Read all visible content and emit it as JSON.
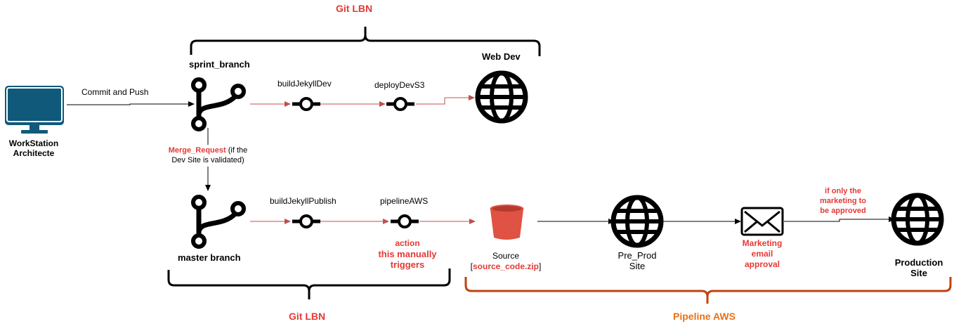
{
  "colors": {
    "red_label": "#e53935",
    "orange_label": "#e8711a",
    "dark_brace": "#c0420f",
    "flow_red": "#c0504d",
    "workstation_blue": "#10597a",
    "bucket_red": "#e05243"
  },
  "icons": {
    "workstation": "monitor-icon",
    "branch": "git-branch-icon",
    "commit": "git-commit-icon",
    "web": "globe-icon",
    "bucket": "s3-bucket-icon",
    "mail": "envelope-icon"
  },
  "top_brace_label": "Git LBN",
  "bottom_left_brace_label": "Git LBN",
  "bottom_right_brace_label": "Pipeline AWS",
  "workstation": {
    "line1": "WorkStation",
    "line2": "Architecte"
  },
  "commit_push": "Commit and Push",
  "sprint_branch": "sprint_branch",
  "build_jekyll_dev": "buildJekyllDev",
  "deploy_dev_s3": "deployDevS3",
  "web_dev": "Web Dev",
  "merge": {
    "line1_red": "Merge_Request",
    "line1_rest": " (if the",
    "line2": "Dev Site is validated)"
  },
  "master_branch": "master branch",
  "build_jekyll_publish": "buildJekyllPublish",
  "pipeline_aws": "pipelineAWS",
  "action": {
    "line1": "action",
    "line2": "this manually",
    "line3": "triggers"
  },
  "source": {
    "line1": "Source",
    "line2_open": "[",
    "line2_red": "source_code.zip",
    "line2_close": "]"
  },
  "pre_prod": {
    "line1": "Pre_Prod",
    "line2": "Site"
  },
  "marketing": {
    "line1": "Marketing",
    "line2": "email",
    "line3": "approval"
  },
  "condition": {
    "line1": "if only the",
    "line2": "marketing to",
    "line3": "be approved"
  },
  "production": {
    "line1": "Production",
    "line2": "Site"
  }
}
